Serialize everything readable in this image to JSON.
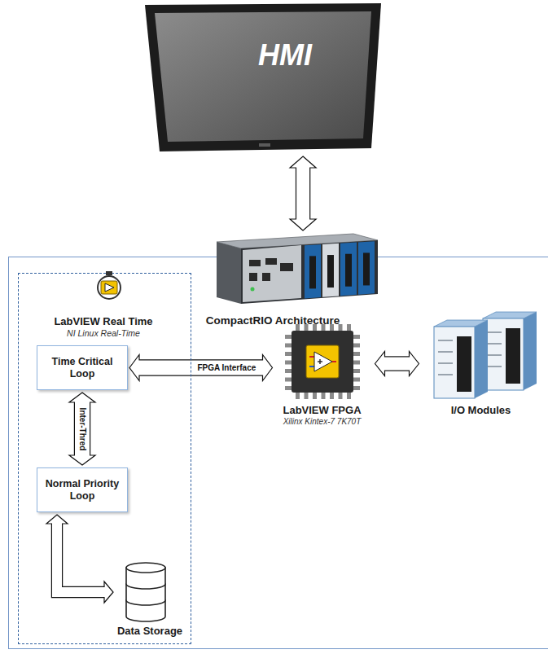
{
  "diagram": {
    "nodes": [
      {
        "text": [
          "HMI"
        ]
      },
      {
        "text": [
          "CompactRIO Architecture"
        ]
      },
      {
        "text": [
          "LabVIEW Real Time",
          "NI Linux Real-Time"
        ],
        "in": 1
      },
      {
        "text": [
          "Time Critical Loop"
        ],
        "in": 2
      },
      {
        "text": [
          "Normal Priority Loop"
        ],
        "in": 2
      },
      {
        "text": [
          "Data Storage"
        ],
        "in": 2
      },
      {
        "text": [
          "LabVIEW FPGA",
          "Xilinx Kintex-7 7K70T"
        ],
        "in": 1
      },
      {
        "text": [
          "I/O Modules"
        ],
        "in": 1
      }
    ],
    "edges": [
      {
        "from": 0,
        "to": 1,
        "arrow": "both"
      },
      {
        "from": 3,
        "to": 6,
        "label": "FPGA Interface",
        "arrow": "both"
      },
      {
        "from": 3,
        "to": 4,
        "label": "Inter-Thred",
        "arrow": "both"
      },
      {
        "from": 4,
        "to": 5,
        "arrow": "both"
      },
      {
        "from": 6,
        "to": 7,
        "arrow": "both"
      }
    ]
  }
}
